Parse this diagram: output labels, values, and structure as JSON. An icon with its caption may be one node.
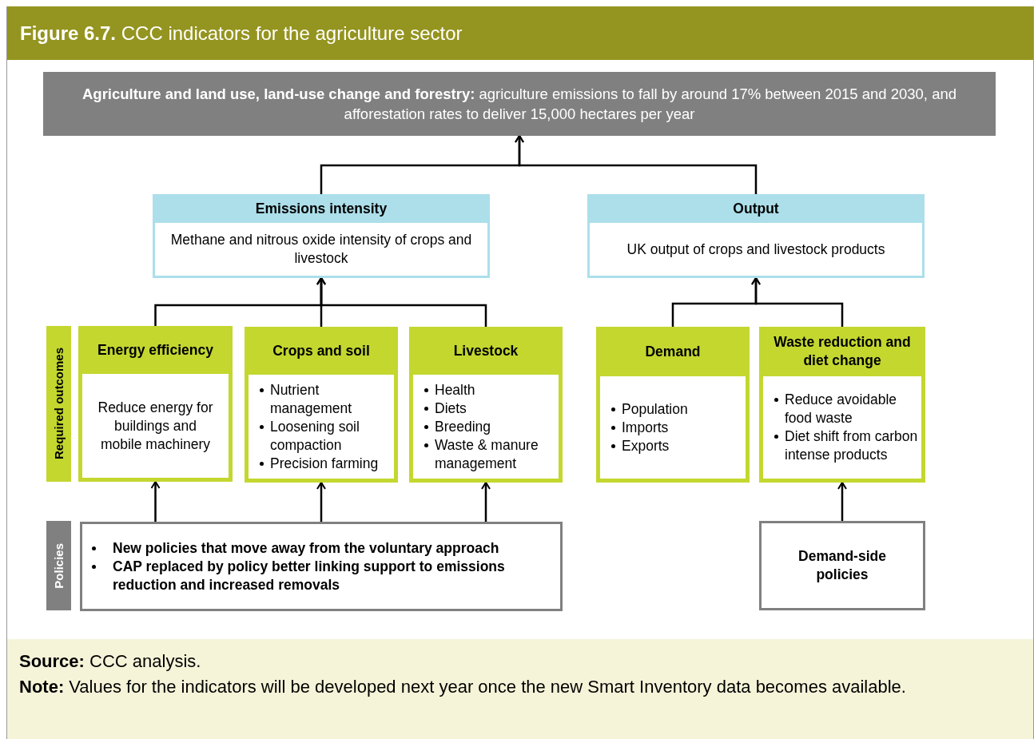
{
  "diagram": {
    "title": "**Figure 6.7.** CCC indicators for the agriculture sector",
    "caption": "**Source:** CCC analysis.",
    "nodes": [
      {
        "text": [
          "**Agriculture and land use, land-use change and forestry:** agriculture emissions to fall by around 17% between 2015 and 2030, and afforestation rates to deliver 15,000 hectares per year"
        ]
      },
      {
        "text": [
          "Emissions intensity",
          "Methane and nitrous oxide intensity of crops and livestock"
        ]
      },
      {
        "text": [
          "Output",
          "UK output of crops and livestock products"
        ]
      },
      {
        "text": [
          "Required outcomes"
        ]
      },
      {
        "text": [
          "Energy efficiency",
          "Reduce energy for buildings and mobile machinery"
        ]
      },
      {
        "text": [
          "Crops and soil",
          "Nutrient management",
          "Loosening soil compaction",
          "Precision farming"
        ]
      },
      {
        "text": [
          "Livestock",
          "Health",
          "Diets",
          "Breeding",
          "Waste & manure management"
        ]
      },
      {
        "text": [
          "Demand",
          "Population",
          "Imports",
          "Exports"
        ]
      },
      {
        "text": [
          "Waste reduction and diet change",
          "Reduce  avoidable food waste",
          "Diet shift from carbon intense products"
        ]
      },
      {
        "text": [
          "Policies"
        ]
      },
      {
        "text": [
          "New policies that move away from the voluntary approach",
          "CAP replaced by policy better linking support to emissions reduction and increased removals"
        ]
      },
      {
        "text": [
          "Demand-side policies"
        ]
      }
    ],
    "edges": [
      {
        "from": 1,
        "to": 0,
        "arrow": "to"
      },
      {
        "from": 2,
        "to": 0,
        "arrow": "to"
      },
      {
        "from": 4,
        "to": 1,
        "arrow": "to"
      },
      {
        "from": 5,
        "to": 1,
        "arrow": "to"
      },
      {
        "from": 6,
        "to": 1,
        "arrow": "to"
      },
      {
        "from": 7,
        "to": 2,
        "arrow": "to"
      },
      {
        "from": 8,
        "to": 2,
        "arrow": "to"
      },
      {
        "from": 10,
        "to": 4,
        "arrow": "to"
      },
      {
        "from": 10,
        "to": 5,
        "arrow": "to"
      },
      {
        "from": 10,
        "to": 6,
        "arrow": "to"
      },
      {
        "from": 11,
        "to": 8,
        "arrow": "to"
      }
    ],
    "labels": [
      "**Note:** Values for the indicators will be developed next year once the new Smart Inventory data becomes available."
    ]
  }
}
